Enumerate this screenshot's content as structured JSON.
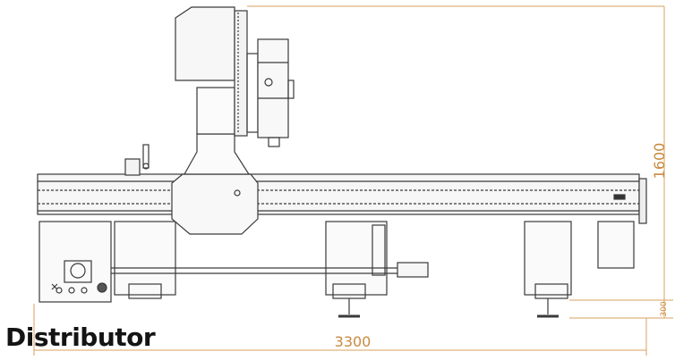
{
  "dimensions": {
    "overall_length": "3300",
    "overall_height": "1600",
    "foot_height": "300"
  },
  "caption": "Distributor",
  "colors": {
    "line": "#3a3a3a",
    "dimension": "#d9a05c",
    "dimension_text": "#c98a3e",
    "caption": "#141414"
  }
}
